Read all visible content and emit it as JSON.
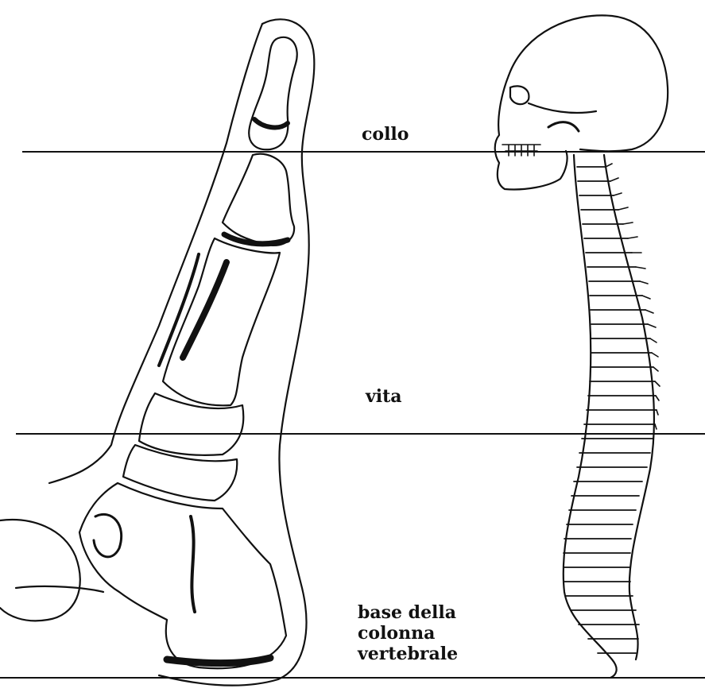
{
  "labels": {
    "neck": "collo",
    "waist": "vita",
    "base_line1": "base della",
    "base_line2": "colonna",
    "base_line3": "vertebrale"
  },
  "colors": {
    "ink": "#111111",
    "paper": "#ffffff"
  },
  "figures": {
    "left": "finger-bones-illustration",
    "right": "skull-and-spine-illustration"
  }
}
